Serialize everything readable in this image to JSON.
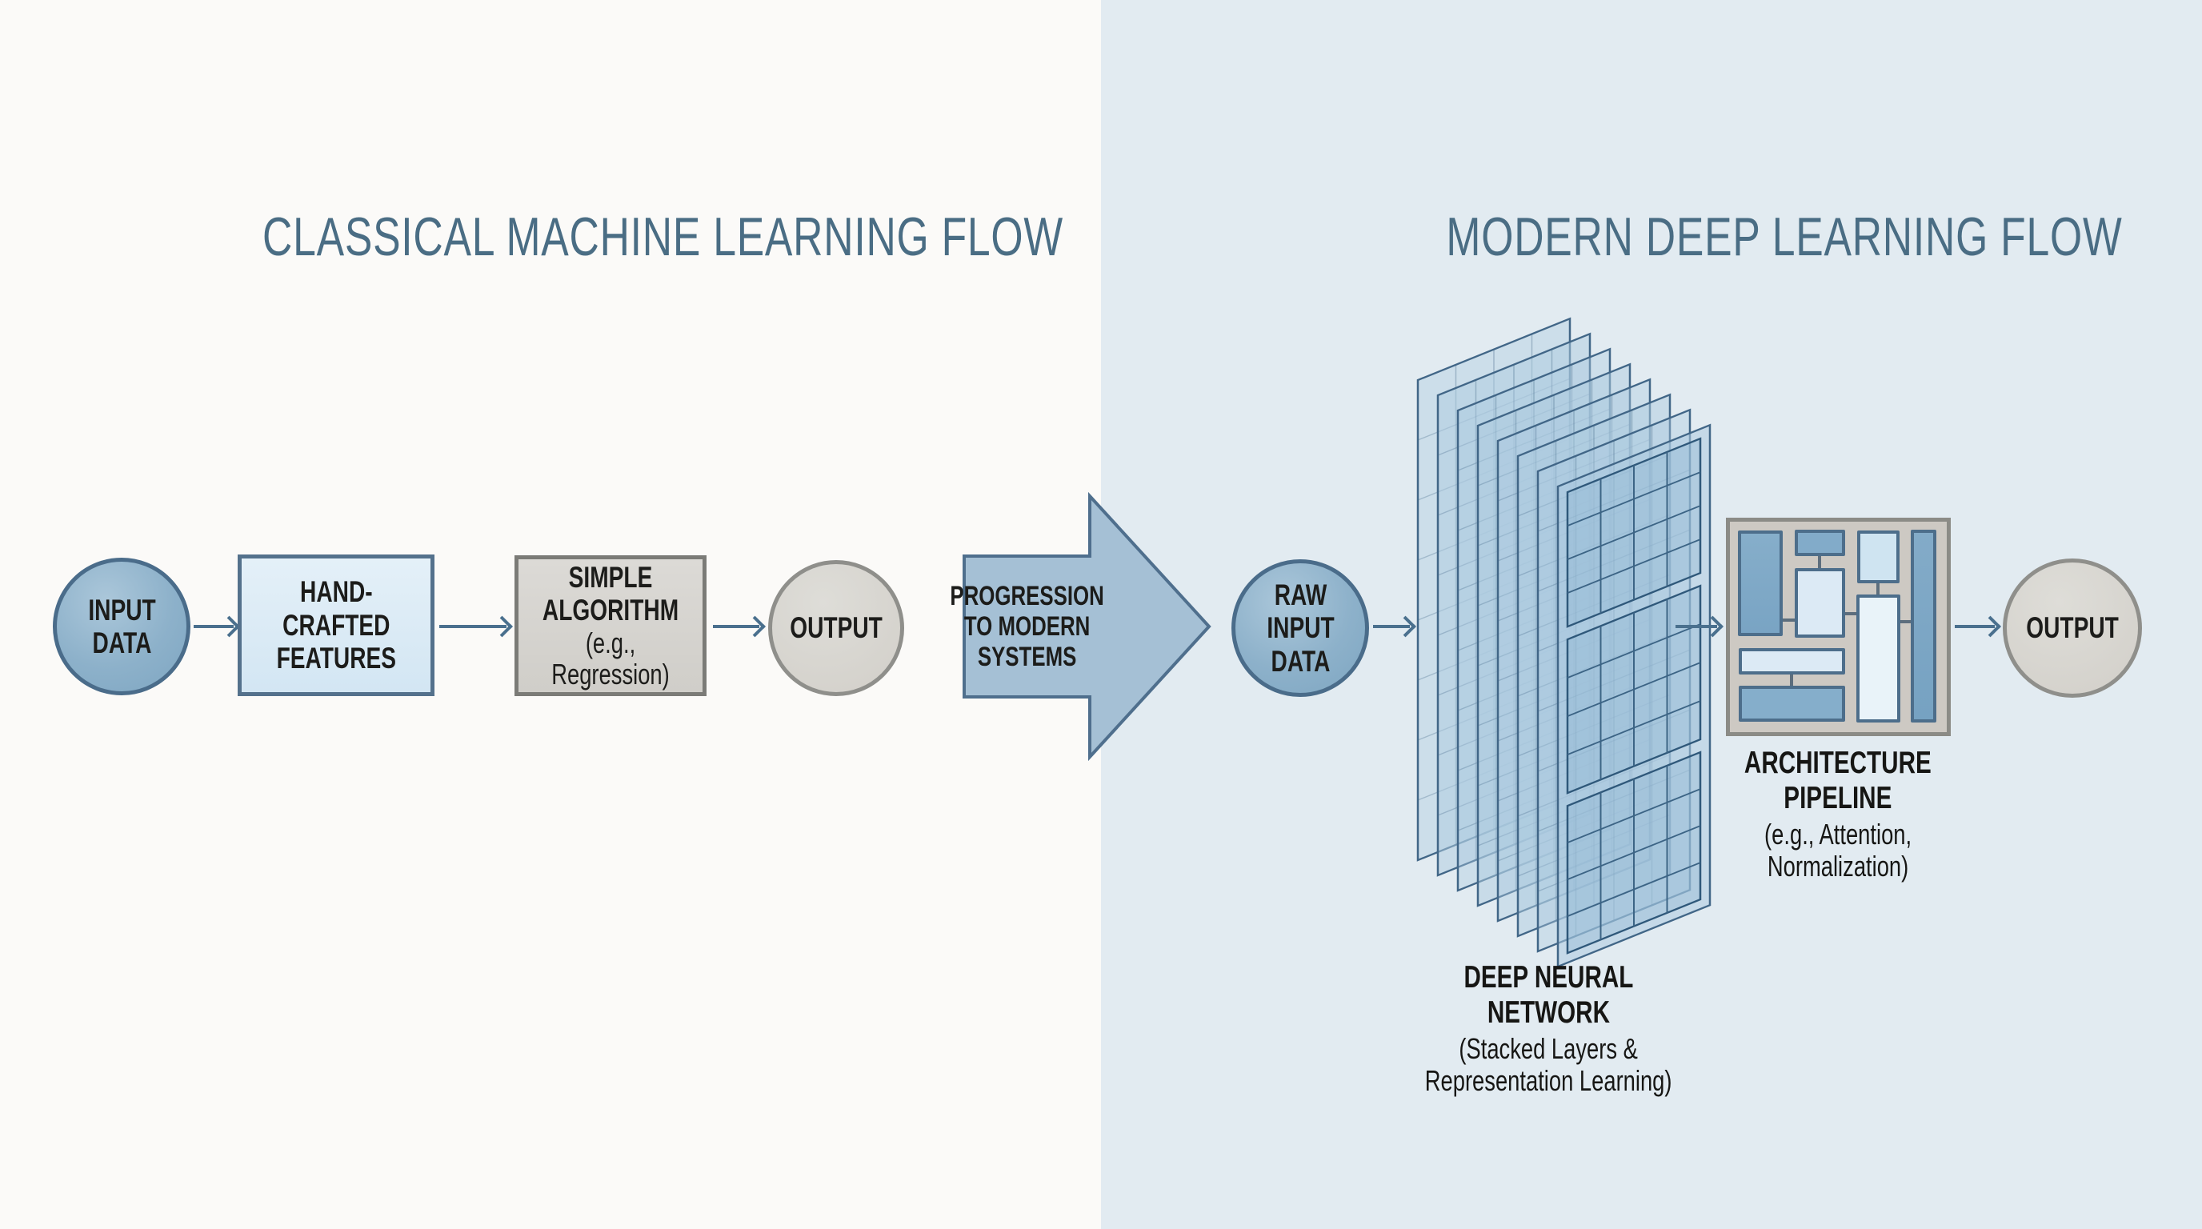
{
  "titles": {
    "classical": "CLASSICAL MACHINE LEARNING FLOW",
    "modern": "MODERN DEEP LEARNING FLOW"
  },
  "classical_flow": {
    "input_circle": "INPUT\nDATA",
    "features_box": "HAND-\nCRAFTED\nFEATURES",
    "algorithm_box_title": "SIMPLE\nALGORITHM",
    "algorithm_box_subtitle": "(e.g., Regression)",
    "output_circle": "OUTPUT"
  },
  "transition_arrow": {
    "label": "PROGRESSION\nTO MODERN\nSYSTEMS"
  },
  "modern_flow": {
    "raw_input_circle": "RAW\nINPUT\nDATA",
    "dnn_layer_count": 8,
    "dnn_caption_title": "DEEP NEURAL\nNETWORK",
    "dnn_caption_subtitle": "(Stacked Layers &\nRepresentation Learning)",
    "architecture_caption_title": "ARCHITECTURE\nPIPELINE",
    "architecture_caption_subtitle": "(e.g., Attention,\nNormalization)",
    "output_circle": "OUTPUT"
  },
  "colors": {
    "title_text": "#4a6d84",
    "node_blue_fill": "#8fb3cc",
    "node_blue_border": "#4a6c8a",
    "light_blue_box_fill": "#dcebf5",
    "gray_box_fill": "#d6d4d0",
    "gray_box_border": "#7b7b77",
    "gray_circle_fill": "#d6d3cd",
    "arrow": "#4a708e",
    "big_arrow_fill": "#a5c0d5",
    "bg_left": "#fbfaf8",
    "bg_right": "#e2ebf1"
  }
}
